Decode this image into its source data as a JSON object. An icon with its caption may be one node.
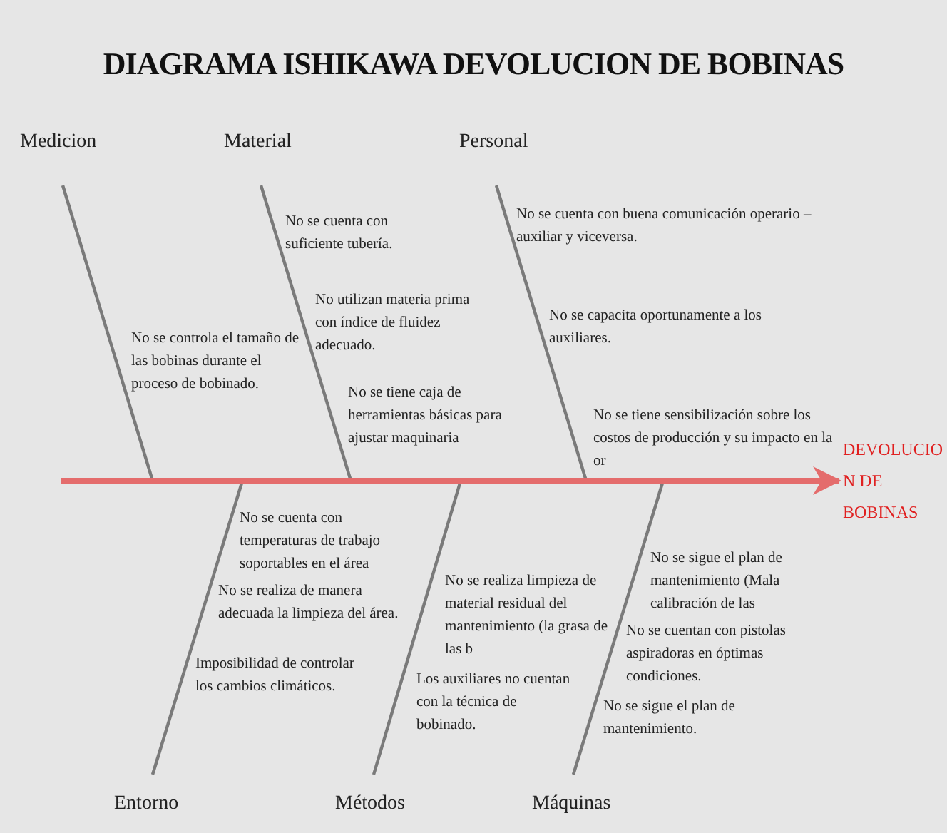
{
  "diagram": {
    "title": "DIAGRAMA ISHIKAWA DEVOLUCION DE BOBINAS",
    "nodes": [
      {
        "text": [
          "Medicion"
        ]
      },
      {
        "text": [
          "Material"
        ]
      },
      {
        "text": [
          "Personal"
        ]
      },
      {
        "text": [
          "Entorno"
        ]
      },
      {
        "text": [
          "Métodos"
        ]
      },
      {
        "text": [
          "Máquinas"
        ]
      },
      {
        "text": [
          "DEVOLUCIO N DE BOBINAS"
        ]
      }
    ],
    "edges": [
      {
        "from": 0,
        "to": null,
        "arrow": "none"
      },
      {
        "from": 1,
        "to": null,
        "arrow": "none"
      },
      {
        "from": 2,
        "to": null,
        "arrow": "none"
      },
      {
        "from": 3,
        "to": null,
        "arrow": "none"
      },
      {
        "from": 4,
        "to": null,
        "arrow": "none"
      },
      {
        "from": 5,
        "to": null,
        "arrow": "none"
      },
      {
        "from": null,
        "to": 6,
        "arrow": "to",
        "style": "thick",
        "color": "#e46c6c"
      }
    ],
    "labels": [
      "No se cuenta con suficiente tubería.",
      "No se cuenta con buena comunicación operario – auxiliar y viceversa.",
      "No utilizan materia prima con índice de fluidez adecuado.",
      "No se capacita oportunamente a los auxiliares.",
      "No se controla el tamaño de las bobinas durante el proceso de bobinado.",
      "No se tiene caja de herramientas básicas para ajustar maquinaria",
      "No se tiene sensibilización sobre los costos de producción y su impacto en la or",
      "No se cuenta con temperaturas de trabajo soportables en el área",
      "No se sigue el plan de mantenimiento (Mala calibración de las",
      "No se realiza de manera adecuada la limpieza del área.",
      "No se realiza limpieza de material residual del mantenimiento (la grasa de las b",
      "No se cuentan con pistolas aspiradoras en óptimas condiciones.",
      "Imposibilidad de controlar los cambios climáticos.",
      "Los auxiliares no cuentan con la técnica de bobinado.",
      "No se sigue el plan de mantenimiento."
    ]
  }
}
